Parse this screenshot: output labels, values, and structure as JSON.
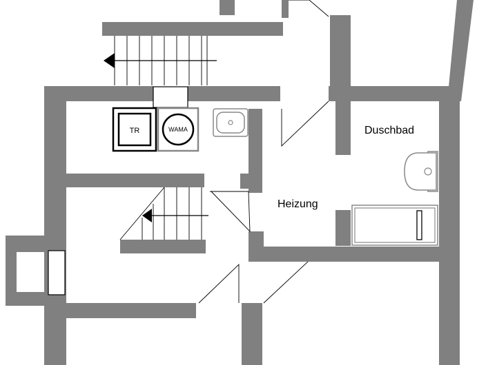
{
  "rooms": {
    "shower": "Duschbad",
    "heating": "Heizung"
  },
  "appliances": {
    "dryer": "TR",
    "washer": "WAMA"
  },
  "colors": {
    "wall": "#808080",
    "lines": "#000000",
    "fixtures": "#888888"
  }
}
